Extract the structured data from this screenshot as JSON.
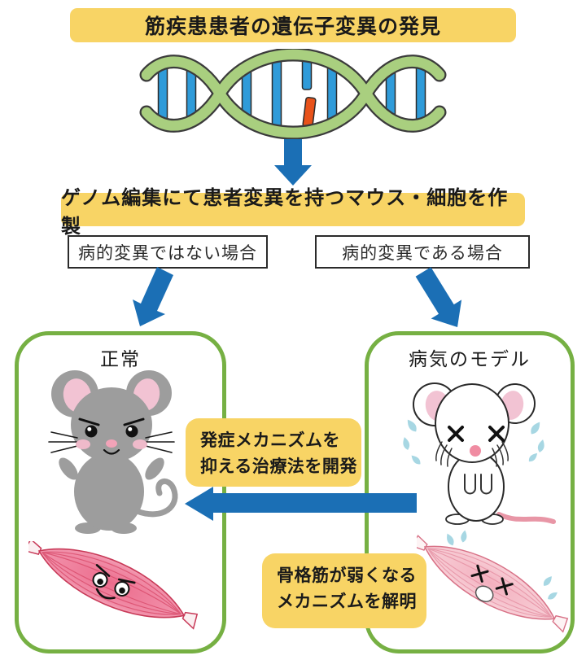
{
  "diagram": {
    "title_banner": "筋疾患患者の遺伝子変異の発見",
    "genome_banner": "ゲノム編集にて患者変異を持つマウス・細胞を作製",
    "condition_left": "病的変異ではない場合",
    "condition_right": "病的変異である場合",
    "panel_normal_title": "正常",
    "panel_disease_title": "病気のモデル",
    "callout_treatment_line1": "発症メカニズムを",
    "callout_treatment_line2": "抑える治療法を開発",
    "callout_mechanism_line1": "骨格筋が弱くなる",
    "callout_mechanism_line2": "メカニズムを解明"
  },
  "colors": {
    "banner_yellow": "#F8D465",
    "panel_border_green": "#76B043",
    "arrow_blue": "#1B6FB5",
    "dna_strand_green": "#A9CF7F",
    "dna_rung_blue": "#2F9BD9",
    "dna_mutation_orange": "#E8521A",
    "mouse_gray": "#9D9D9D",
    "inner_ear_pink": "#F2C3D3",
    "muscle_pink": "#EC6A8B",
    "weak_muscle_pink": "#F3AFBE",
    "sweat_blue": "#A7D7E3",
    "text": "#1A1A1A"
  },
  "icons": {
    "dna": "dna-helix-icon",
    "down_arrow": "arrow-down-icon",
    "diag_left_arrow": "arrow-diagonal-down-left-icon",
    "diag_right_arrow": "arrow-diagonal-down-right-icon",
    "left_arrow": "arrow-left-icon",
    "healthy_mouse": "healthy-mouse-icon",
    "sick_mouse": "sick-mouse-icon",
    "healthy_muscle": "healthy-muscle-icon",
    "weak_muscle": "weak-muscle-icon"
  }
}
